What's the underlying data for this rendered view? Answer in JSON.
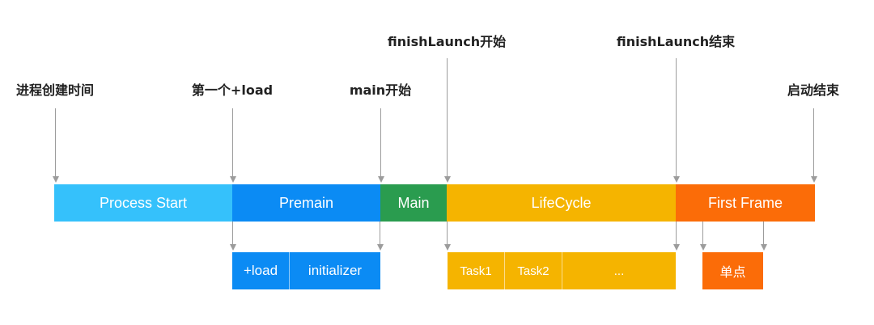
{
  "milestones": {
    "process_created": "进程创建时间",
    "first_load": "第一个+load",
    "main_start": "main开始",
    "finish_launch_start": "finishLaunch开始",
    "finish_launch_end": "finishLaunch结束",
    "launch_end": "启动结束"
  },
  "phases": {
    "process_start": "Process Start",
    "premain": "Premain",
    "main": "Main",
    "lifecycle": "LifeCycle",
    "first_frame": "First Frame"
  },
  "subphases": {
    "premain": [
      "+load",
      "initializer"
    ],
    "lifecycle": [
      "Task1",
      "Task2",
      "..."
    ],
    "first_frame": [
      "单点"
    ]
  },
  "colors": {
    "process_start": "#35c1fb",
    "premain": "#0b8bf4",
    "main": "#2a9c4f",
    "lifecycle": "#f5b400",
    "first_frame": "#fb6c08",
    "connector": "#9c9c9c"
  }
}
